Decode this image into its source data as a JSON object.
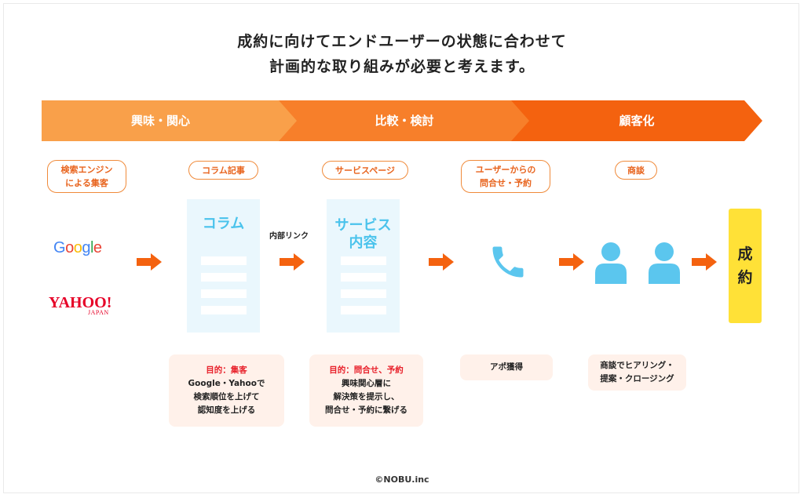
{
  "heading": {
    "line1": "成約に向けてエンドユーザーの状態に合わせて",
    "line2": "計画的な取り組みが必要と考えます。"
  },
  "stages": [
    {
      "label": "興味・関心",
      "color": "#f9a04a"
    },
    {
      "label": "比較・検討",
      "color": "#f77f2a"
    },
    {
      "label": "顧客化",
      "color": "#f4620f"
    }
  ],
  "steps": [
    {
      "label": "検索エンジン\nによる集客"
    },
    {
      "label": "コラム記事"
    },
    {
      "label": "サービスページ"
    },
    {
      "label": "ユーザーからの\n問合せ・予約"
    },
    {
      "label": "商談"
    }
  ],
  "logos": {
    "google": "Google",
    "yahoo": "YAHOO!",
    "yahoo_sub": "JAPAN"
  },
  "docs": {
    "column_title": "コラム",
    "service_title": "サービス\n内容"
  },
  "internal_link": "内部リンク",
  "goals": [
    {
      "head": "目的：集客",
      "body": "Google・Yahooで\n検索順位を上げて\n認知度を上げる"
    },
    {
      "head": "目的：問合せ、予約",
      "body": "興味関心層に\n解決策を提示し、\n問合せ・予約に繋げる"
    },
    {
      "head": "",
      "body": "アポ獲得"
    },
    {
      "head": "",
      "body": "商談でヒアリング・\n提案・クロージング"
    }
  ],
  "result": "成\n約",
  "copyright": "©NOBU.inc",
  "colors": {
    "accent": "#f4620f",
    "doc_blue": "#4ac3ec",
    "person_blue": "#5bc6ee",
    "result_yellow": "#ffe137"
  }
}
